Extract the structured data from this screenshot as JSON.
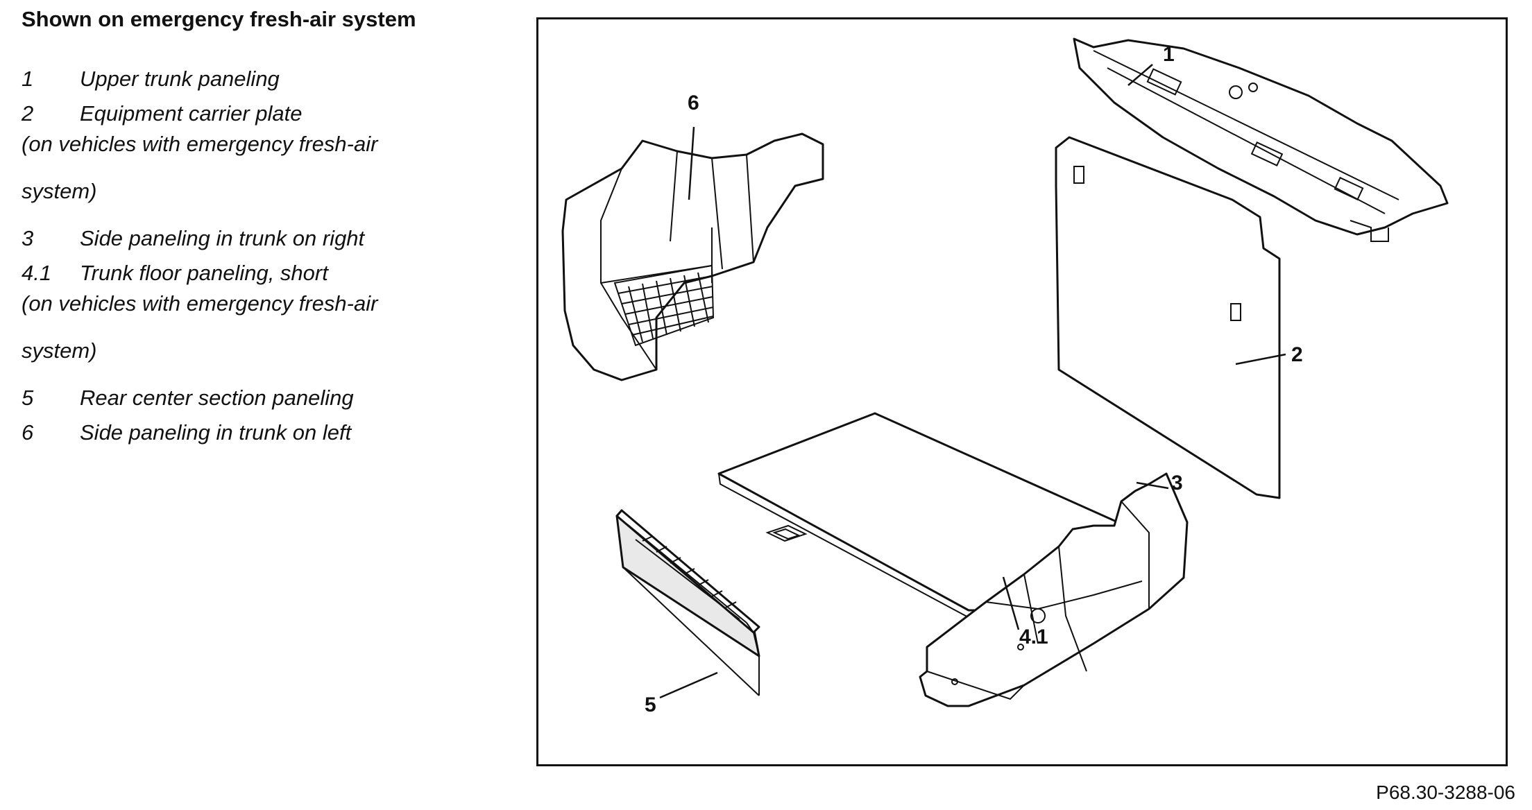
{
  "heading": "Shown on emergency fresh-air system",
  "legend": [
    {
      "num": "1",
      "text": "Upper trunk paneling",
      "sub1": "",
      "sub2": ""
    },
    {
      "num": "2",
      "text": "Equipment carrier plate",
      "sub1": "(on vehicles with emergency fresh-air",
      "sub2": "system)"
    },
    {
      "num": "3",
      "text": "Side paneling in trunk on right",
      "sub1": "",
      "sub2": ""
    },
    {
      "num": "4.1",
      "text": "Trunk floor paneling, short",
      "sub1": "(on vehicles with emergency fresh-air",
      "sub2": "system)"
    },
    {
      "num": "5",
      "text": "Rear center section paneling",
      "sub1": "",
      "sub2": ""
    },
    {
      "num": "6",
      "text": "Side paneling in trunk on left",
      "sub1": "",
      "sub2": ""
    }
  ],
  "callouts": {
    "c1": "1",
    "c2": "2",
    "c3": "3",
    "c41": "4.1",
    "c5": "5",
    "c6": "6"
  },
  "figure_code": "P68.30-3288-06"
}
